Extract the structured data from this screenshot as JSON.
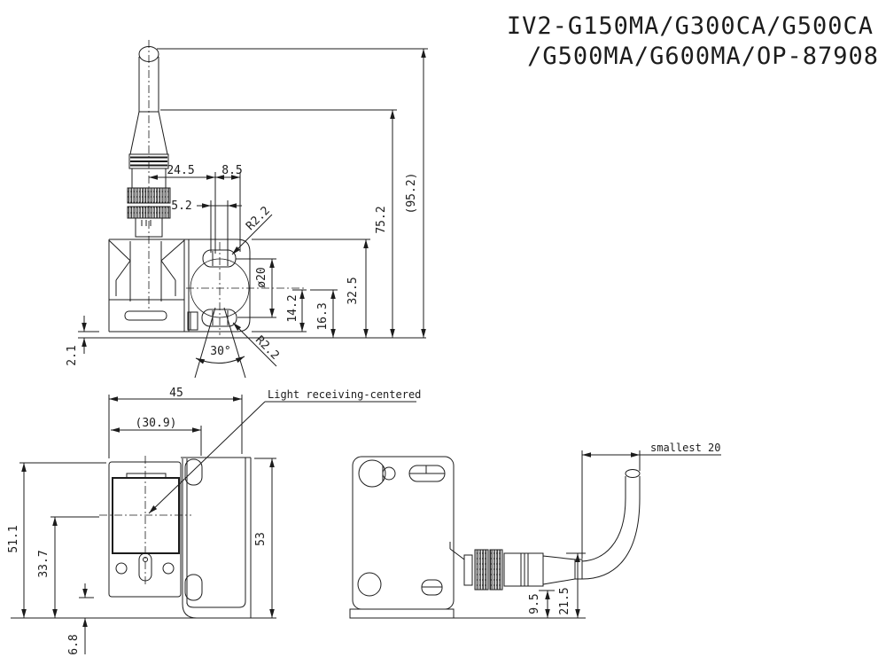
{
  "drawing": {
    "title_line1": "IV2-G150MA/G300CA/G500CA",
    "title_line2": "/G500MA/G600MA/OP-87908",
    "colors": {
      "line": "#1c1c1c",
      "background": "#ffffff"
    },
    "top_view": {
      "dim_24_5": "24.5",
      "dim_8_5": "8.5",
      "dim_5_2": "5.2",
      "radius_top": "R2.2",
      "diameter": "ø20",
      "dim_14_2": "14.2",
      "dim_16_3": "16.3",
      "dim_32_5": "32.5",
      "dim_75_2": "75.2",
      "dim_95_2": "(95.2)",
      "angle": "30°",
      "radius_bottom": "R2.2",
      "dim_2_1": "2.1"
    },
    "front_view": {
      "dim_45": "45",
      "dim_30_9": "(30.9)",
      "dim_51_1": "51.1",
      "dim_33_7": "33.7",
      "dim_6_8": "6.8",
      "dim_53": "53",
      "label_light": "Light receiving-centered"
    },
    "side_view": {
      "dim_smallest": "smallest 20",
      "dim_9_5": "9.5",
      "dim_21_5": "21.5"
    }
  }
}
